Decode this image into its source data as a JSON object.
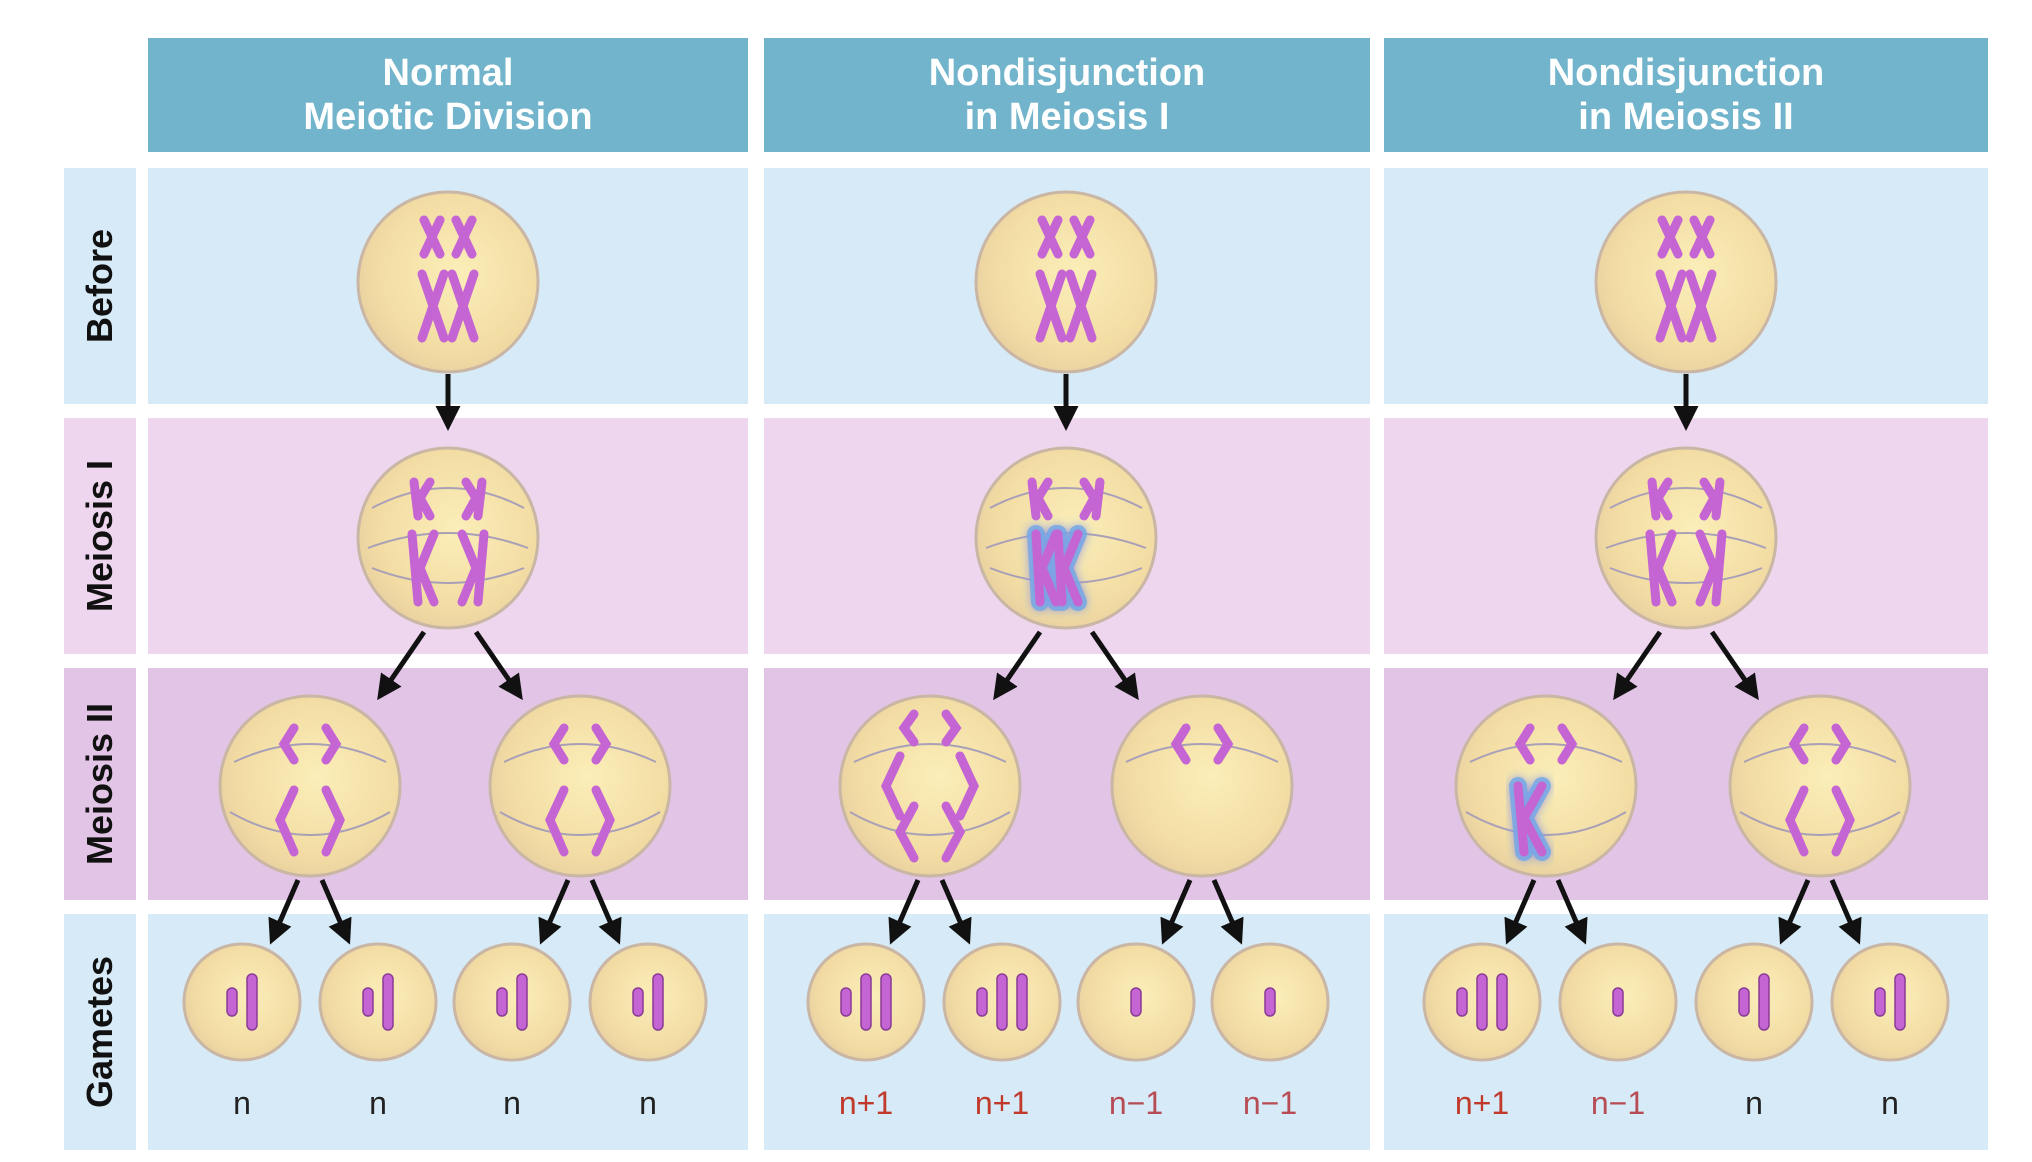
{
  "columns": [
    {
      "line1": "Normal",
      "line2": "Meiotic Division"
    },
    {
      "line1": "Nondisjunction",
      "line2": "in Meiosis I"
    },
    {
      "line1": "Nondisjunction",
      "line2": "in Meiosis II"
    }
  ],
  "rows": [
    "Before",
    "Meiosis I",
    "Meiosis II",
    "Gametes"
  ],
  "gamete_labels": [
    [
      "n",
      "n",
      "n",
      "n"
    ],
    [
      "n+1",
      "n+1",
      "n−1",
      "n−1"
    ],
    [
      "n+1",
      "n−1",
      "n",
      "n"
    ]
  ],
  "gamete_chromosome_counts": [
    [
      2,
      2,
      2,
      2
    ],
    [
      3,
      3,
      1,
      1
    ],
    [
      3,
      1,
      2,
      2
    ]
  ],
  "colors": {
    "header": "#72b4cb",
    "before_row": "#d6eaf7",
    "meiosis1_row": "#eed6ee",
    "meiosis2_row": "#e2c4e6",
    "gametes_row": "#d6eaf7",
    "cell": "#f4dfa6",
    "chromosome": "#c565d4",
    "nondisjunction_glow": "#6fa8e8",
    "abnormal_plus": "#c0392b",
    "abnormal_minus": "#b84c54",
    "normal_label": "#222222"
  }
}
